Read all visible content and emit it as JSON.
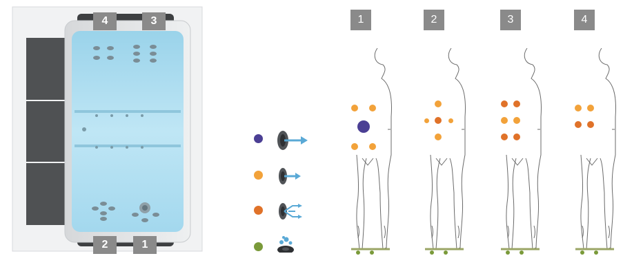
{
  "seats": [
    "1",
    "2",
    "3",
    "4"
  ],
  "jet_types": [
    {
      "icon": "large-jet-icon",
      "color": "#4b3f94"
    },
    {
      "icon": "small-jet-icon",
      "color": "#f2a23a"
    },
    {
      "icon": "rotating-jet-icon",
      "color": "#e07229"
    },
    {
      "icon": "air-bubble-jet-icon",
      "color": "#7a9a3a"
    }
  ],
  "figures": [
    {
      "label": "1"
    },
    {
      "label": "2"
    },
    {
      "label": "3"
    },
    {
      "label": "4"
    }
  ]
}
